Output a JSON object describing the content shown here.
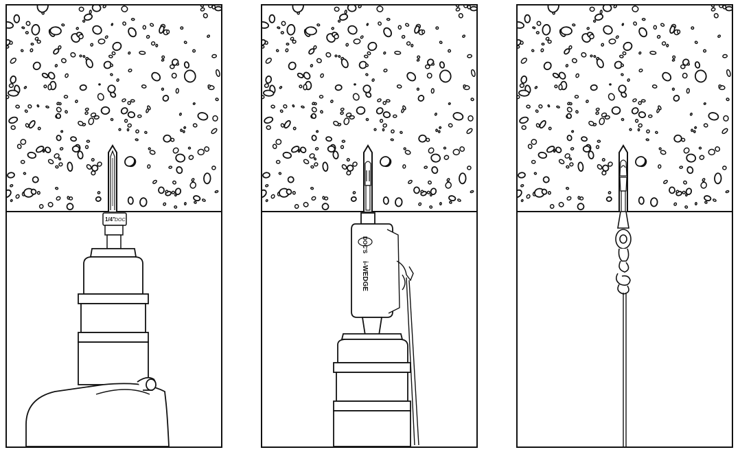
{
  "panels": [
    {
      "id": "step-1",
      "tool": "rock-drill",
      "collar_label": "1/4\"",
      "band_label": "DOC"
    },
    {
      "id": "step-2",
      "tool": "setting-tool",
      "logo_text": "DOC'S",
      "product_text": "i-WEDGE"
    },
    {
      "id": "step-3",
      "tool": "installed-anchor"
    }
  ],
  "colors": {
    "line": "#111111",
    "fill": "#ffffff"
  }
}
